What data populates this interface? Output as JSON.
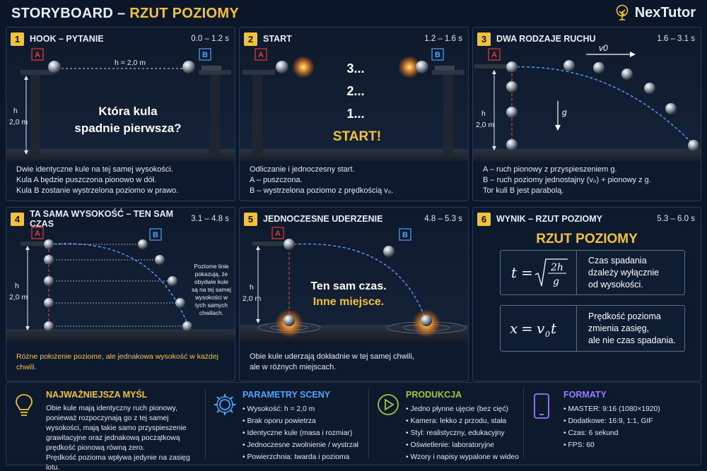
{
  "header": {
    "title_main": "STORYBOARD – ",
    "title_accent": "RZUT POZIOMY",
    "brand": "NexTutor"
  },
  "labels": {
    "a": "A",
    "b": "B",
    "h": "h",
    "h_val": "2,0 m",
    "h_eq": "h = 2,0 m",
    "v0": "v0",
    "g": "g"
  },
  "panels": [
    {
      "num": "1",
      "title": "HOOK – PYTANIE",
      "time": "0.0 – 1.2 s",
      "question_1": "Która kula",
      "question_2": "spadnie pierwsza?",
      "caption": [
        "Dwie identyczne kule na tej samej wysokości.",
        "Kula A będzie puszczona pionowo w dół.",
        "Kula B zostanie wystrzelona poziomo w prawo."
      ]
    },
    {
      "num": "2",
      "title": "START",
      "time": "1.2 – 1.6 s",
      "count": [
        "3...",
        "2...",
        "1..."
      ],
      "start": "START!",
      "caption": [
        "Odliczanie i jednoczesny start.",
        "A – puszczona.",
        "B – wystrzelona poziomo z prędkością v₀."
      ]
    },
    {
      "num": "3",
      "title": "DWA RODZAJE RUCHU",
      "time": "1.6 – 3.1 s",
      "caption": [
        "A – ruch pionowy z przyspieszeniem g.",
        "B – ruch poziomy jednostajny (v₀) + pionowy z g.",
        "Tor kuli B jest parabolą."
      ]
    },
    {
      "num": "4",
      "title": "TA SAMA WYSOKOŚĆ – TEN SAM CZAS",
      "time": "3.1 – 4.8 s",
      "note": [
        "Poziome linie",
        "pokazują, że",
        "obydwie kule",
        "są na tej samej",
        "wysokości w",
        "tych samych",
        "chwilach."
      ],
      "caption": "Różne położenie poziome, ale jednakowa wysokość w każdej chwili."
    },
    {
      "num": "5",
      "title": "JEDNOCZESNE UDERZENIE",
      "time": "4.8 – 5.3 s",
      "line1": "Ten sam czas.",
      "line2": "Inne miejsce.",
      "caption": [
        "Obie kule uderzają dokładnie w tej samej chwili,",
        "ale w różnych miejscach."
      ]
    },
    {
      "num": "6",
      "title": "WYNIK – RZUT POZIOMY",
      "time": "5.3 – 6.0 s",
      "heading": "RZUT POZIOMY",
      "f1_text": [
        "Czas spadania",
        "dzależy wyłącznie",
        "od wysokości."
      ],
      "f2_text": [
        "Prędkość pozioma",
        "zmienia zasięg,",
        "ale nie czas spadania."
      ]
    }
  ],
  "bottom": {
    "idea": {
      "title": "NAJWAŻNIEJSZA MYŚL",
      "lines": [
        "Obie kule mają identyczny ruch pionowy,",
        "ponieważ rozpoczynają go z tej samej",
        "wysokości, mają takie samo przyspieszenie",
        "grawitacyjne oraz jednakową początkową",
        "prędkość pionową równą zero.",
        "Prędkość pozioma wpływa jedynie na zasięg lotu."
      ]
    },
    "params": {
      "title": "PARAMETRY SCENY",
      "items": [
        "Wysokość: h = 2,0 m",
        "Brak oporu powietrza",
        "Identyczne kule (masa i rozmiar)",
        "Jednoczesne zwolnienie / wystrzał",
        "Powierzchnia: twarda i pozioma"
      ]
    },
    "prod": {
      "title": "PRODUKCJA",
      "items": [
        "Jedno płynne ujęcie (bez cięć)",
        "Kamera: lekko z przodu, stała",
        "Styl: realistyczny, edukacyjny",
        "Oświetlenie: laboratoryjne",
        "Wzory i napisy wypalone w wideo"
      ]
    },
    "formats": {
      "title": "FORMATY",
      "items": [
        "MASTER: 9:16 (1080×1920)",
        "Dodatkowe: 16:9, 1:1, GIF",
        "Czas: 6 sekund",
        "FPS: 60"
      ]
    }
  },
  "colors": {
    "accent": "#f2c23a",
    "blue": "#4da3ff",
    "red": "#e23b3b",
    "green": "#9cc93a",
    "purple": "#9b7bff"
  }
}
